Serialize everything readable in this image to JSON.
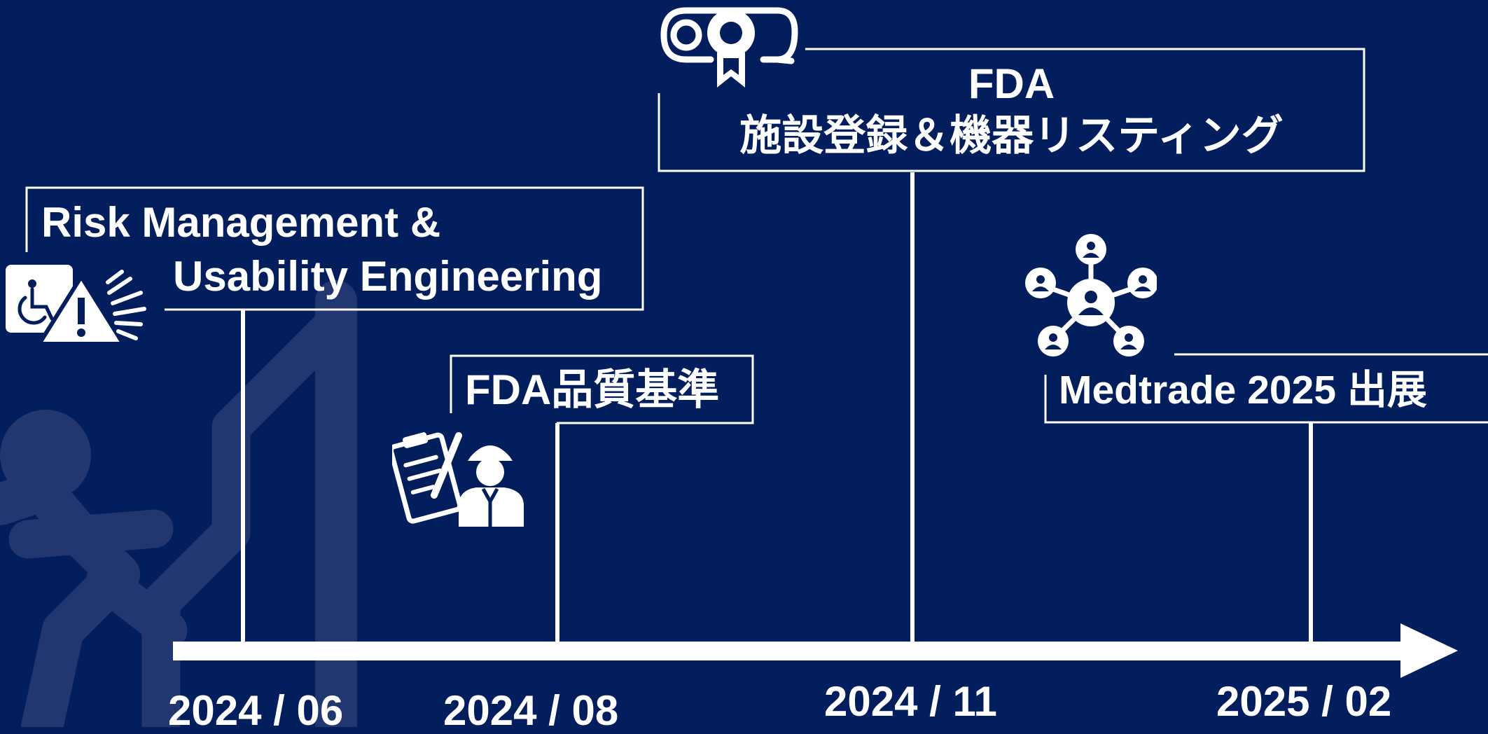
{
  "colors": {
    "background": "#031e5d",
    "foreground": "#ffffff",
    "watermark": "#22366f"
  },
  "icons": {
    "risk": "accessibility-warning-sign-language-icon",
    "fda_quality": "clipboard-checklist-worker-icon",
    "fda_registration": "diploma-certificate-icon",
    "medtrade": "network-people-icon",
    "background": "person-climbing-stairs-watermark-icon"
  },
  "timeline": {
    "events": [
      {
        "id": "risk",
        "date": "2024 / 06",
        "title_line1": "Risk Management &",
        "title_line2": "Usability Engineering"
      },
      {
        "id": "fda-quality",
        "date": "2024 / 08",
        "title_line1": "FDA品質基準"
      },
      {
        "id": "fda-registration",
        "date": "2024 / 11",
        "title_line1": "FDA",
        "title_line2": "施設登録＆機器リスティング"
      },
      {
        "id": "medtrade",
        "date": "2025 / 02",
        "title_line1": "Medtrade 2025 出展"
      }
    ]
  }
}
